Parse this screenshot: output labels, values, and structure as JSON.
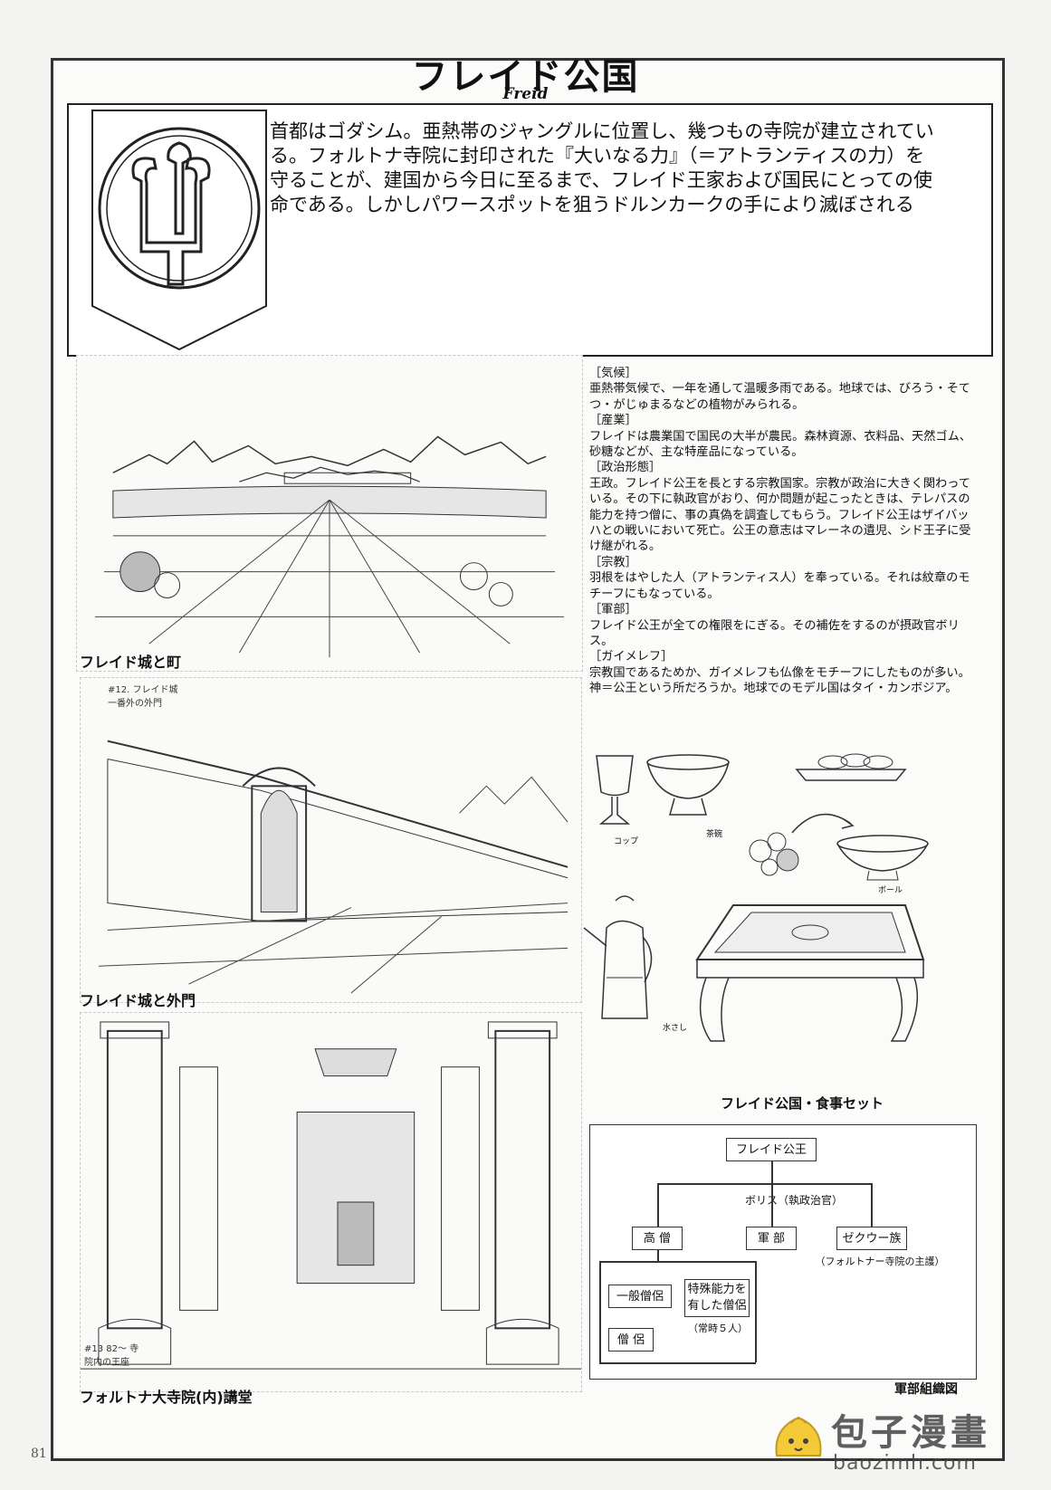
{
  "header": {
    "title": "フレイド公国",
    "subtitle": "Freid"
  },
  "intro": {
    "lines": [
      "首都はゴダシム。亜熱帯のジャングルに位置し、幾つもの寺院が建立されてい",
      "る。フォルトナ寺院に封印された『大いなる力』（＝アトランティスの力）を",
      "守ることが、建国から今日に至るまで、フレイド王家および国民にとっての使",
      "命である。しかしパワースポットを狙うドルンカークの手により滅ぼされる"
    ]
  },
  "illustrations": {
    "castle_town": {
      "caption": "フレイド城と町"
    },
    "outer_gate": {
      "caption": "フレイド城と外門",
      "note": "#12. フレイド城 一番外の外門"
    },
    "temple": {
      "caption": "フォルトナ大寺院(内)講堂",
      "note": "#13 82〜 寺院内の王座"
    }
  },
  "notes": [
    {
      "heading": "［気候］",
      "text": "亜熱帯気候で、一年を通して温暖多雨である。地球では、びろう・そてつ・がじゅまるなどの植物がみられる。"
    },
    {
      "heading": "［産業］",
      "text": "フレイドは農業国で国民の大半が農民。森林資源、衣料品、天然ゴム、砂糖などが、主な特産品になっている。"
    },
    {
      "heading": "［政治形態］",
      "text": "王政。フレイド公王を長とする宗教国家。宗教が政治に大きく関わっている。その下に執政官がおり、何か問題が起こったときは、テレパスの能力を持つ僧に、事の真偽を調査してもらう。フレイド公王はザイバッハとの戦いにおいて死亡。公王の意志はマレーネの遺児、シド王子に受け継がれる。"
    },
    {
      "heading": "［宗教］",
      "text": "羽根をはやした人（アトランティス人）を奉っている。それは紋章のモチーフにもなっている。"
    },
    {
      "heading": "［軍部］",
      "text": "フレイド公王が全ての権限をにぎる。その補佐をするのが摂政官ボリス。"
    },
    {
      "heading": "［ガイメレフ］",
      "text": "宗教国であるためか、ガイメレフも仏像をモチーフにしたものが多い。神＝公王という所だろうか。地球でのモデル国はタイ・カンボジア。"
    }
  ],
  "tableware": {
    "caption": "フレイド公国・食事セット",
    "labels": {
      "cup": "コップ",
      "bowl": "茶碗",
      "plate": "ボール",
      "kettle": "水さし"
    }
  },
  "org_chart": {
    "caption": "軍部組織図",
    "top": "フレイド公王",
    "regent": "ボリス（執政治官）",
    "branches": [
      "高 僧",
      "軍 部",
      "ゼクウー族"
    ],
    "zekuu_note": "（フォルトナー寺院の主護）",
    "monks": [
      "一般僧侶",
      "特殊能力を有した僧侶",
      "僧 侶"
    ],
    "special_note": "（常時５人）"
  },
  "page_number": "81",
  "watermark": {
    "brand": "包子漫畫",
    "url": "baozimh.com"
  }
}
